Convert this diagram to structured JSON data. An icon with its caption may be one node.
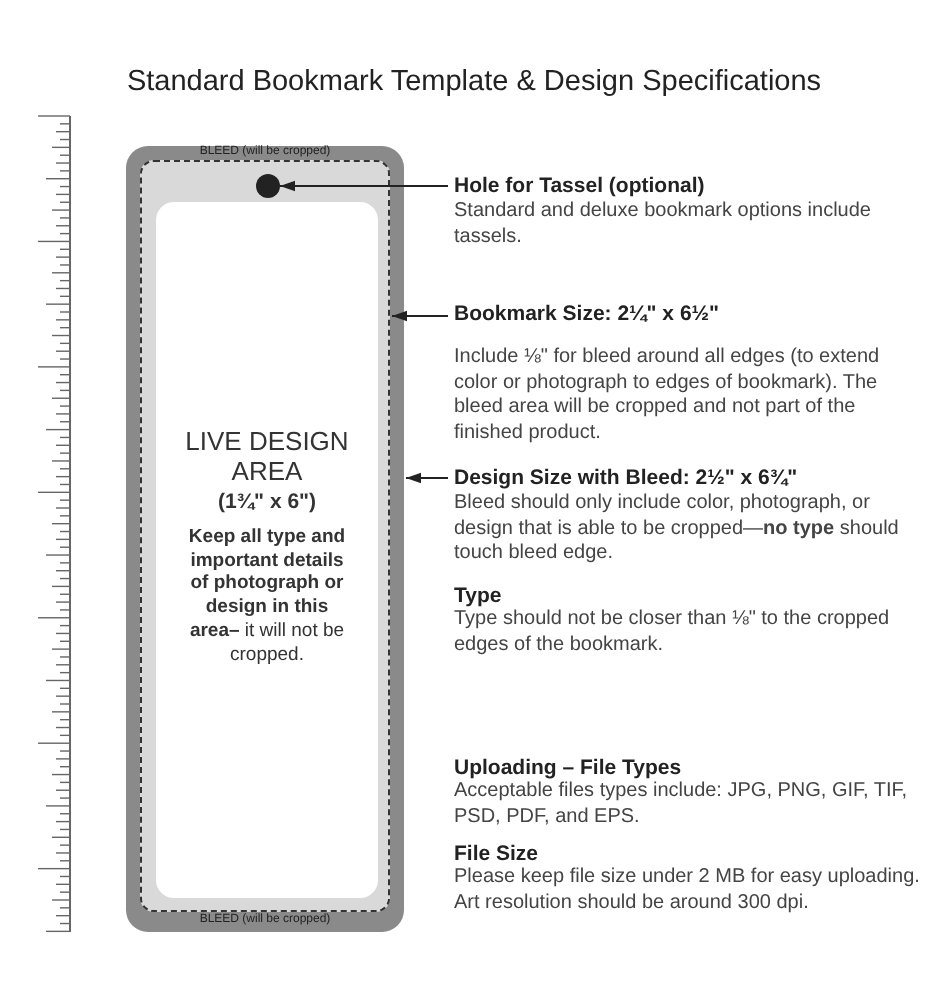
{
  "diagram": {
    "title": "Standard Bookmark Template & Design Specifications",
    "nodes": [
      {
        "text": [
          "BLEED (will be cropped)",
          "BLEED (will be cropped)"
        ]
      },
      {
        "text": [],
        "shape": "box",
        "in": 0
      },
      {
        "text": [
          "LIVE DESIGN AREA",
          "(1¾\" x 6\")",
          "**Keep all type and important details of photograph or design in this area–** it will not be cropped."
        ],
        "in": 1
      },
      {
        "text": [],
        "shape": "circle",
        "in": 1
      },
      {
        "text": [
          "Hole for Tassel (optional)",
          "Standard and deluxe bookmark options include tassels."
        ]
      },
      {
        "text": [
          "Bookmark Size: 2¼\" x 6½\"",
          "Include ⅛\" for bleed around all edges (to extend color or photograph to edges of bookmark).  The bleed area will be cropped and not part of the finished product."
        ]
      },
      {
        "text": [
          "Design Size with Bleed: 2½\" x 6¾\"",
          "Bleed should only include color, photograph, or design that is able to be cropped—**no type** should touch bleed edge."
        ]
      }
    ],
    "edges": [
      {
        "from": 4,
        "to": 3,
        "arrow": "to"
      },
      {
        "from": 5,
        "to": 1,
        "arrow": "to"
      },
      {
        "from": 6,
        "to": 0,
        "arrow": "to"
      }
    ],
    "labels": [
      "Type",
      "Type should not be closer than ⅛\" to the cropped edges of the bookmark.",
      "Uploading – File Types",
      "Acceptable files types include: JPG, PNG, GIF, TIF, PSD, PDF, and EPS.",
      "File Size",
      "Please keep file size under 2 MB for easy uploading.  Art resolution should be around 300 dpi."
    ]
  }
}
